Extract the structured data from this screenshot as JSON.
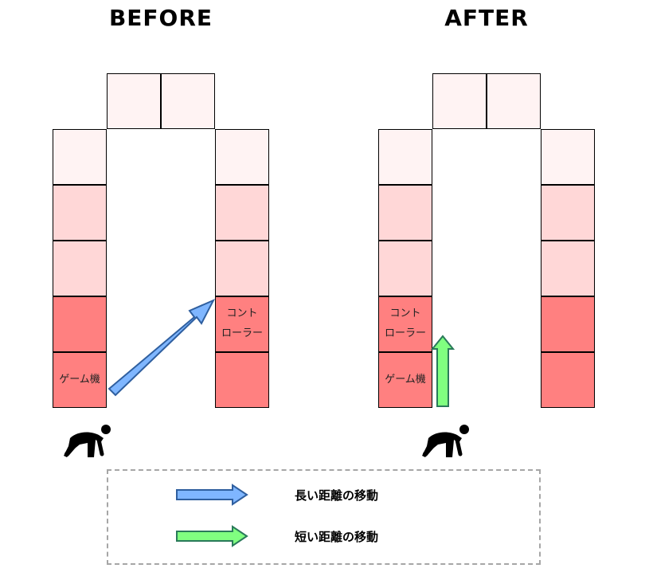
{
  "titles": {
    "before": "BEFORE",
    "after": "AFTER"
  },
  "colors": {
    "tier1": "#fff3f3",
    "tier2": "#ffd7d7",
    "tier3": "#ff8080",
    "long_arrow_fill": "#7fb6ff",
    "long_arrow_stroke": "#2f5f9f",
    "short_arrow_fill": "#80ff80",
    "short_arrow_stroke": "#2a7a5a"
  },
  "before": {
    "controller_label": "コント\nローラー",
    "game_label": "ゲーム機"
  },
  "after": {
    "controller_label": "コント\nローラー",
    "game_label": "ゲーム機"
  },
  "legend": {
    "long_label": "長い距離の移動",
    "short_label": "短い距離の移動"
  },
  "icons": [
    "person-crouching-icon"
  ]
}
